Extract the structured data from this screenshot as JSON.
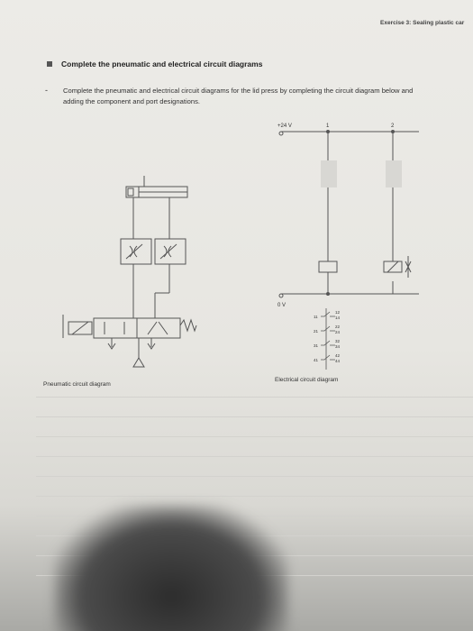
{
  "header": {
    "exercise": "Exercise 3: Sealing plastic car"
  },
  "section_heading": "Complete the pneumatic and electrical circuit diagrams",
  "instruction": {
    "dash": "-",
    "text": "Complete the pneumatic and electrical circuit diagrams for the lid press by completing the circuit diagram below and adding the component and port designations."
  },
  "electrical": {
    "supply_label": "+24 V",
    "ground_label": "0 V",
    "path1_label": "1",
    "path2_label": "2",
    "contacts": [
      {
        "left": "11",
        "right": "12",
        "right2": "14"
      },
      {
        "left": "21",
        "right": "22",
        "right2": "24"
      },
      {
        "left": "31",
        "right": "32",
        "right2": "34"
      },
      {
        "left": "41",
        "right": "42",
        "right2": "44"
      }
    ]
  },
  "captions": {
    "pneumatic": "Pneumatic circuit diagram",
    "electrical": "Electrical circuit diagram"
  }
}
